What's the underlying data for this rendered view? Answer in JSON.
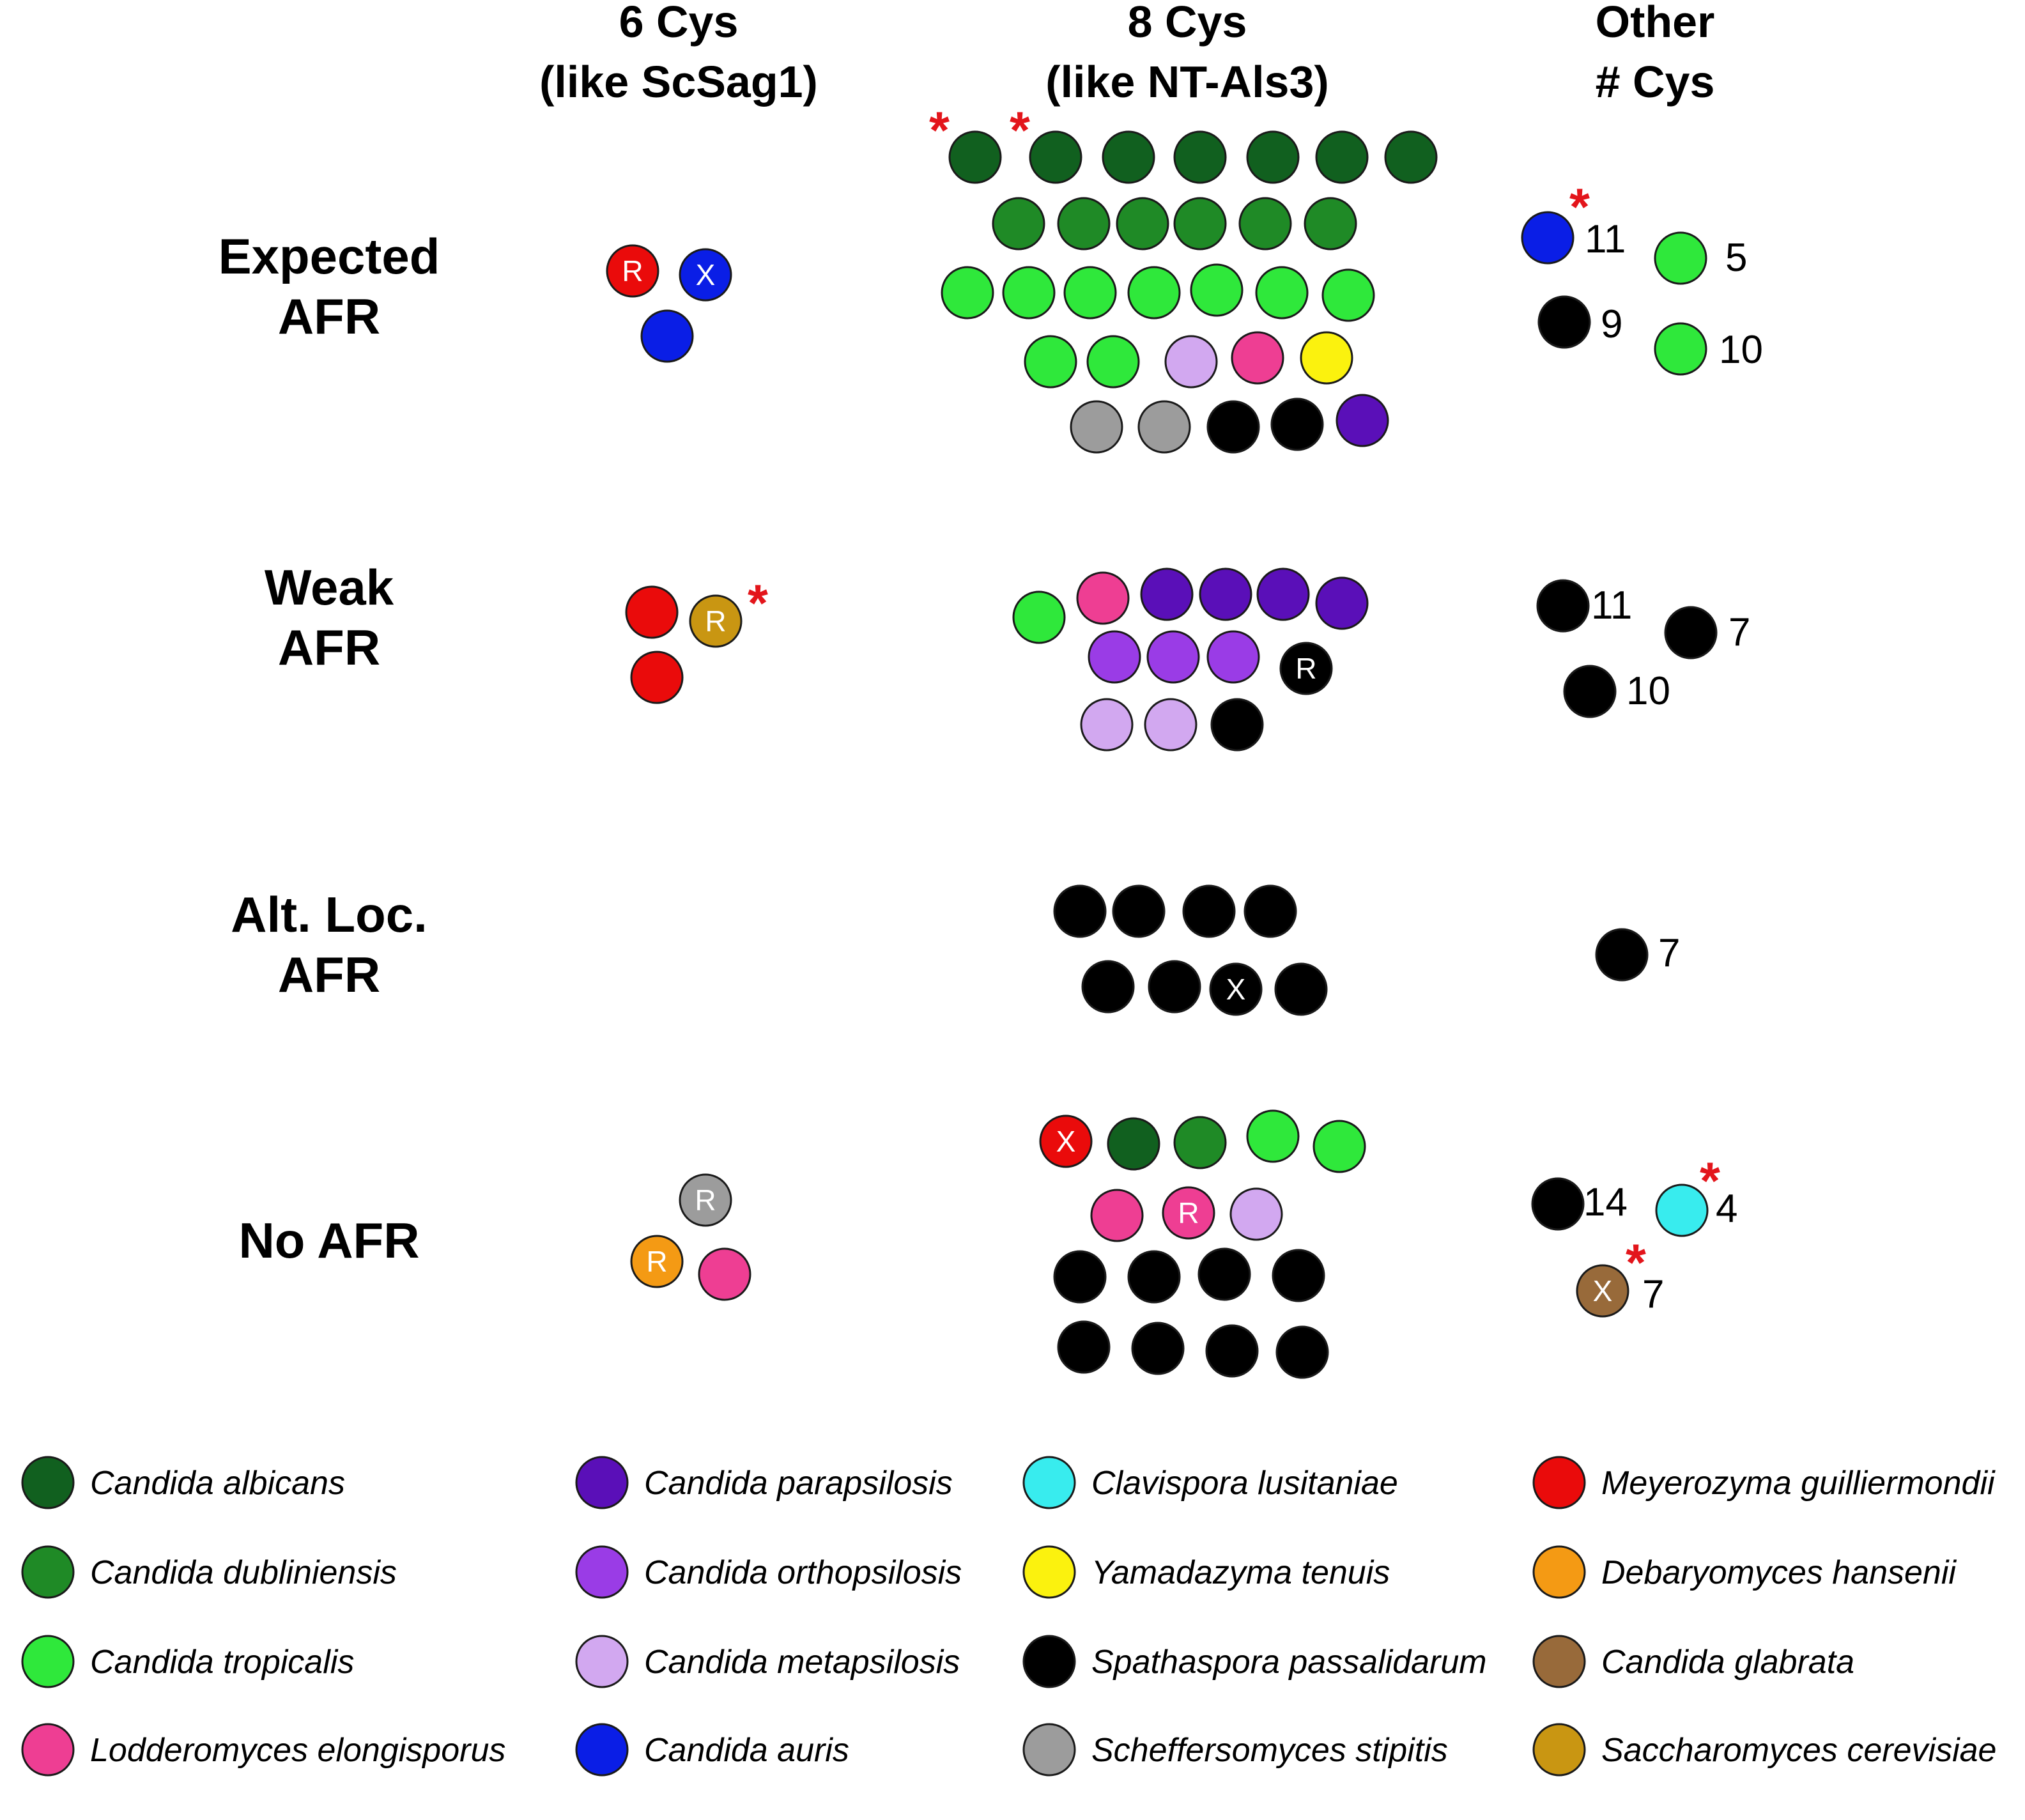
{
  "columns": {
    "six_cys": {
      "line1": "6 Cys",
      "line2": "(like ScSag1)"
    },
    "eight_cys": {
      "line1": "8 Cys",
      "line2": "(like NT-Als3)"
    },
    "other_cys": {
      "line1": "Other",
      "line2": "# Cys"
    }
  },
  "rows": {
    "expected": {
      "line1": "Expected",
      "line2": "AFR"
    },
    "weak": {
      "line1": "Weak",
      "line2": "AFR"
    },
    "alt_loc": {
      "line1": "Alt. Loc.",
      "line2": "AFR"
    },
    "no_afr": {
      "line1": "No AFR"
    }
  },
  "marker_letters": {
    "R": "R",
    "X": "X"
  },
  "star_symbol": "*",
  "species_colors": {
    "c_albicans": "#11601f",
    "c_dubliniensis": "#1f8a26",
    "c_tropicalis": "#2fe83b",
    "l_elongisporus": "#ee3e93",
    "c_parapsilosis": "#5a0fb8",
    "c_orthopsilosis": "#9a3ce6",
    "c_metapsilosis": "#d2a8f0",
    "c_auris": "#0a1ee6",
    "c_lusitaniae": "#38ecee",
    "y_tenuis": "#fbf20e",
    "s_passalidarum": "#000000",
    "s_stipitis": "#9c9c9c",
    "m_guilliermondii": "#ea0b0b",
    "d_hansenii": "#f49a14",
    "c_glabrata": "#986a3a",
    "s_cerevisiae": "#c99612"
  },
  "other_counts": {
    "expected": [
      "11",
      "5",
      "9",
      "10"
    ],
    "weak": [
      "11",
      "7",
      "10"
    ],
    "alt_loc": [
      "7"
    ],
    "no_afr": [
      "14",
      "4",
      "7"
    ]
  },
  "legend": [
    {
      "species": "c_albicans",
      "label": "Candida albicans"
    },
    {
      "species": "c_dubliniensis",
      "label": "Candida dubliniensis"
    },
    {
      "species": "c_tropicalis",
      "label": "Candida tropicalis"
    },
    {
      "species": "l_elongisporus",
      "label": "Lodderomyces elongisporus"
    },
    {
      "species": "c_parapsilosis",
      "label": "Candida parapsilosis"
    },
    {
      "species": "c_orthopsilosis",
      "label": "Candida orthopsilosis"
    },
    {
      "species": "c_metapsilosis",
      "label": "Candida metapsilosis"
    },
    {
      "species": "c_auris",
      "label": "Candida auris"
    },
    {
      "species": "c_lusitaniae",
      "label": "Clavispora lusitaniae"
    },
    {
      "species": "y_tenuis",
      "label": "Yamadazyma tenuis"
    },
    {
      "species": "s_passalidarum",
      "label": "Spathaspora passalidarum"
    },
    {
      "species": "s_stipitis",
      "label": "Scheffersomyces stipitis"
    },
    {
      "species": "m_guilliermondii",
      "label": "Meyerozyma guilliermondii"
    },
    {
      "species": "d_hansenii",
      "label": "Debaryomyces hansenii"
    },
    {
      "species": "c_glabrata",
      "label": "Candida glabrata"
    },
    {
      "species": "s_cerevisiae",
      "label": "Saccharomyces cerevisiae"
    }
  ]
}
